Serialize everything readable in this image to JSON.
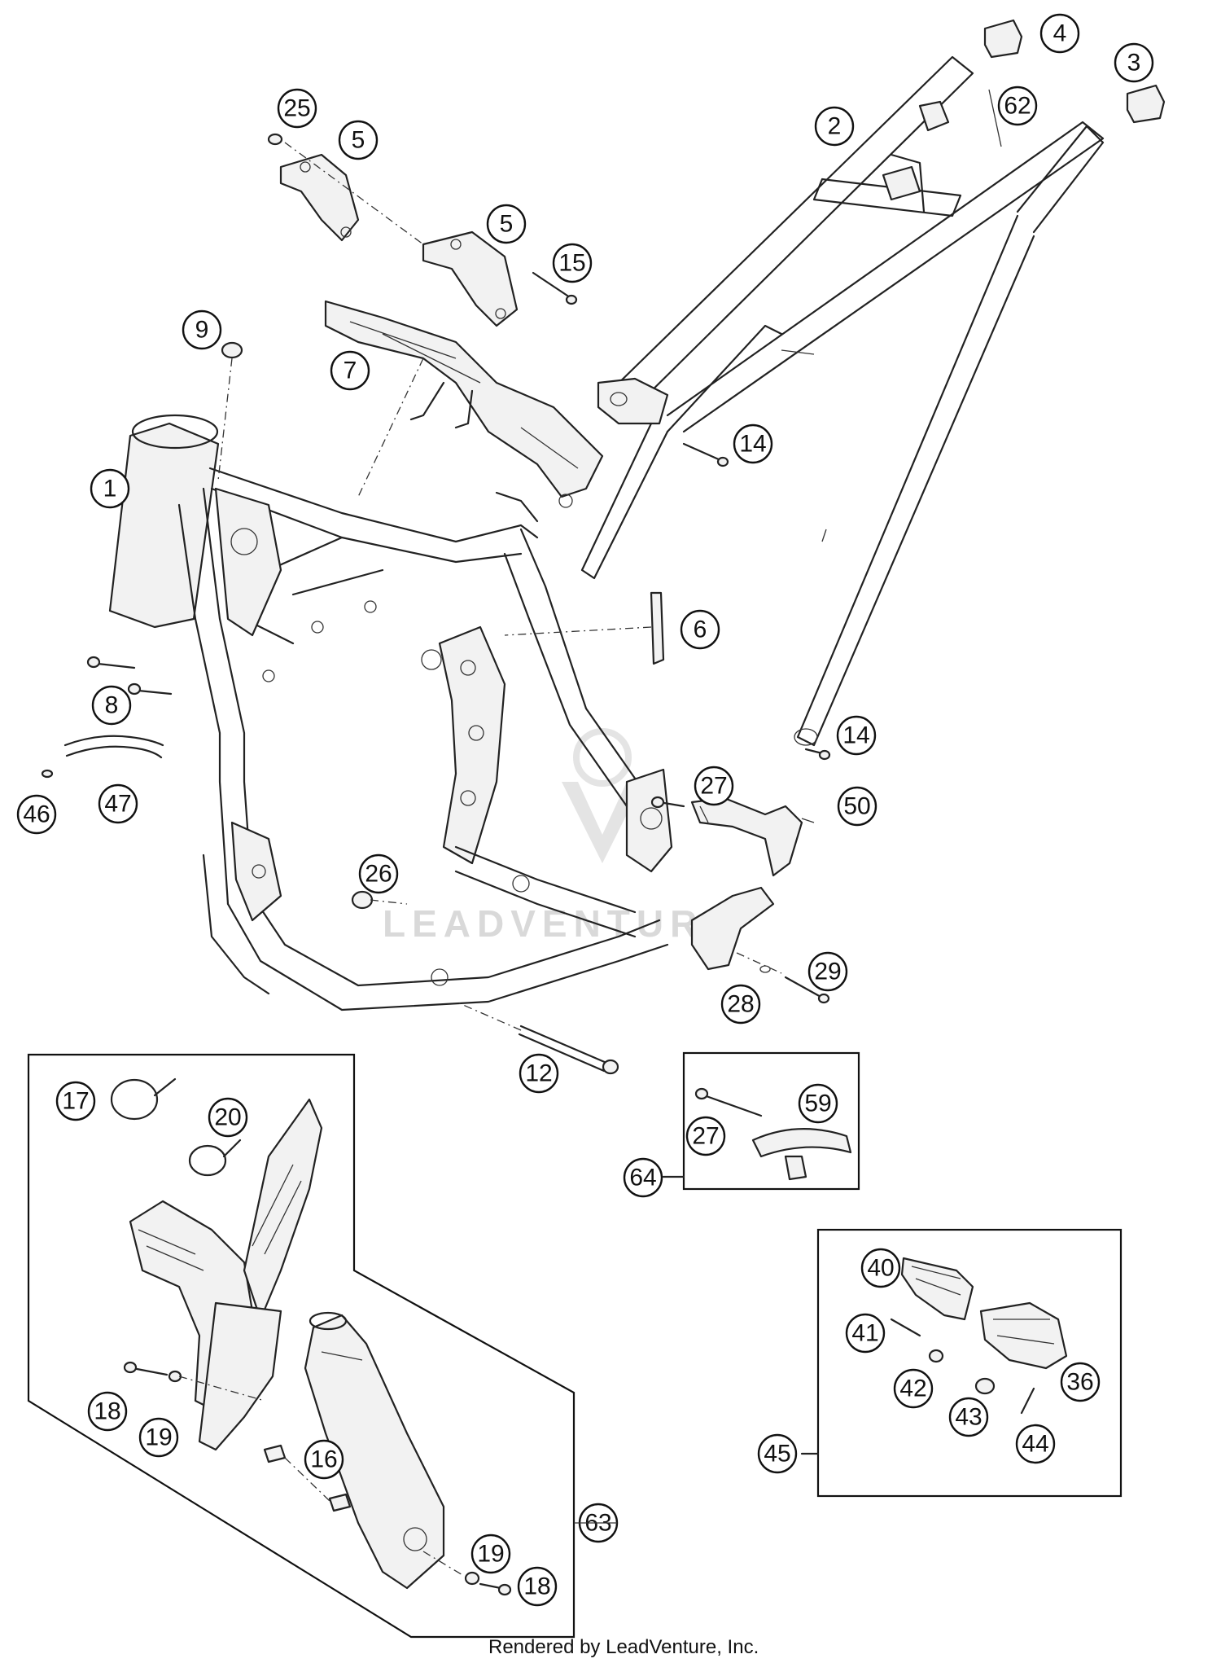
{
  "watermark": "LEADVENTURE",
  "credit": "Rendered by LeadVenture, Inc.",
  "callouts": {
    "c1": "1",
    "c2": "2",
    "c3": "3",
    "c4": "4",
    "c5a": "5",
    "c5b": "5",
    "c6": "6",
    "c7": "7",
    "c8": "8",
    "c9": "9",
    "c12": "12",
    "c14a": "14",
    "c14b": "14",
    "c15": "15",
    "c16": "16",
    "c17": "17",
    "c18a": "18",
    "c18b": "18",
    "c19a": "19",
    "c19b": "19",
    "c20": "20",
    "c25": "25",
    "c26": "26",
    "c27a": "27",
    "c27b": "27",
    "c28": "28",
    "c29": "29",
    "c36": "36",
    "c40": "40",
    "c41": "41",
    "c42": "42",
    "c43": "43",
    "c44": "44",
    "c45": "45",
    "c46": "46",
    "c47": "47",
    "c50": "50",
    "c59": "59",
    "c62": "62",
    "c63": "63",
    "c64": "64"
  }
}
